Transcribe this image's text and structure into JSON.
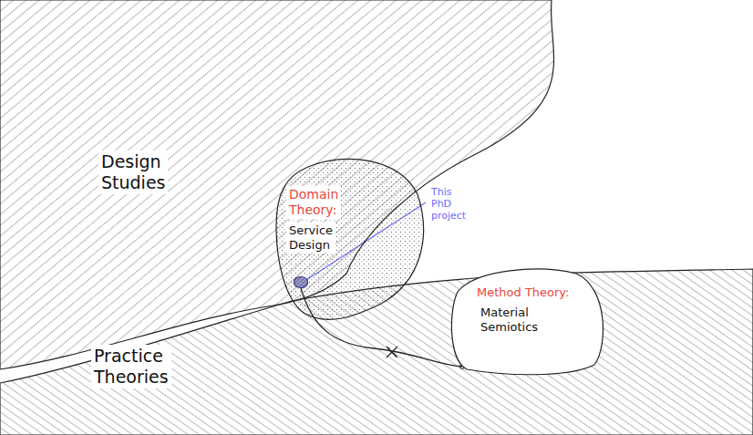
{
  "diagram": {
    "nodes": [
      {
        "text": [
          "Design Studies"
        ]
      },
      {
        "text": [
          "Practice Theories"
        ]
      },
      {
        "text": [
          "Domain Theory:",
          "Service Design"
        ]
      },
      {
        "text": [
          "Method Theory:",
          "Material Semiotics"
        ]
      },
      {
        "text": [
          "This PhD project"
        ],
        "in": 2
      }
    ],
    "edges": [
      {
        "from": 4,
        "to": 3,
        "arrow": "none"
      }
    ]
  }
}
